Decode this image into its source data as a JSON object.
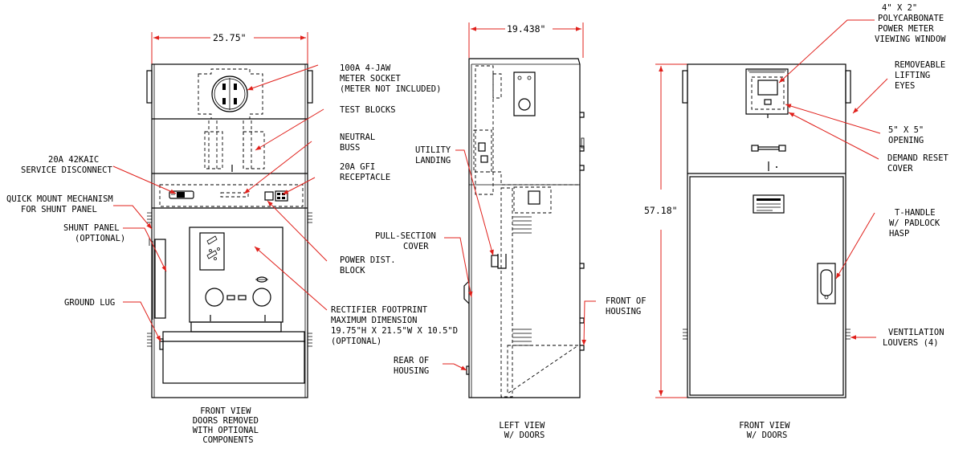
{
  "dimensions": {
    "front_width": "25.75\"",
    "side_depth": "19.438\"",
    "height": "57.18\""
  },
  "captions": {
    "front_view_doors_removed": [
      "FRONT VIEW",
      "DOORS REMOVED",
      "WITH OPTIONAL",
      "COMPONENTS"
    ],
    "left_view": [
      "LEFT VIEW",
      "W/ DOORS"
    ],
    "front_view_doors": [
      "FRONT VIEW",
      "W/ DOORS"
    ]
  },
  "callouts": {
    "meter_socket": [
      "100A 4-JAW",
      "METER SOCKET",
      "(METER NOT INCLUDED)"
    ],
    "test_blocks": [
      "TEST BLOCKS"
    ],
    "neutral_buss": [
      "NEUTRAL",
      "BUSS"
    ],
    "service_disconnect": [
      "20A 42KAIC",
      "SERVICE DISCONNECT"
    ],
    "gfi_receptacle": [
      "20A GFI",
      "RECEPTACLE"
    ],
    "quick_mount": [
      "QUICK MOUNT MECHANISM",
      "FOR SHUNT PANEL"
    ],
    "shunt_panel": [
      "SHUNT PANEL",
      "(OPTIONAL)"
    ],
    "power_dist_block": [
      "POWER DIST.",
      "BLOCK"
    ],
    "ground_lug": [
      "GROUND LUG"
    ],
    "rectifier": [
      "RECTIFIER FOOTPRINT",
      "MAXIMUM DIMENSION",
      "19.75\"H X 21.5\"W X 10.5\"D",
      "(OPTIONAL)"
    ],
    "utility_landing": [
      "UTILITY",
      "LANDING"
    ],
    "pull_section": [
      "PULL-SECTION",
      "COVER"
    ],
    "front_of_housing": [
      "FRONT OF",
      "HOUSING"
    ],
    "rear_of_housing": [
      "REAR OF",
      "HOUSING"
    ],
    "viewing_window": [
      "4\" X 2\"",
      "POLYCARBONATE",
      "POWER METER",
      "VIEWING WINDOW"
    ],
    "lifting_eyes": [
      "REMOVEABLE",
      "LIFTING",
      "EYES"
    ],
    "opening": [
      "5\" X 5\"",
      "OPENING"
    ],
    "demand_reset": [
      "DEMAND RESET",
      "COVER"
    ],
    "t_handle": [
      "T-HANDLE",
      "W/ PADLOCK",
      "HASP"
    ],
    "ventilation": [
      "VENTILATION",
      "LOUVERS (4)"
    ]
  },
  "colors": {
    "leader": "#e0201b",
    "outline": "#000000"
  }
}
